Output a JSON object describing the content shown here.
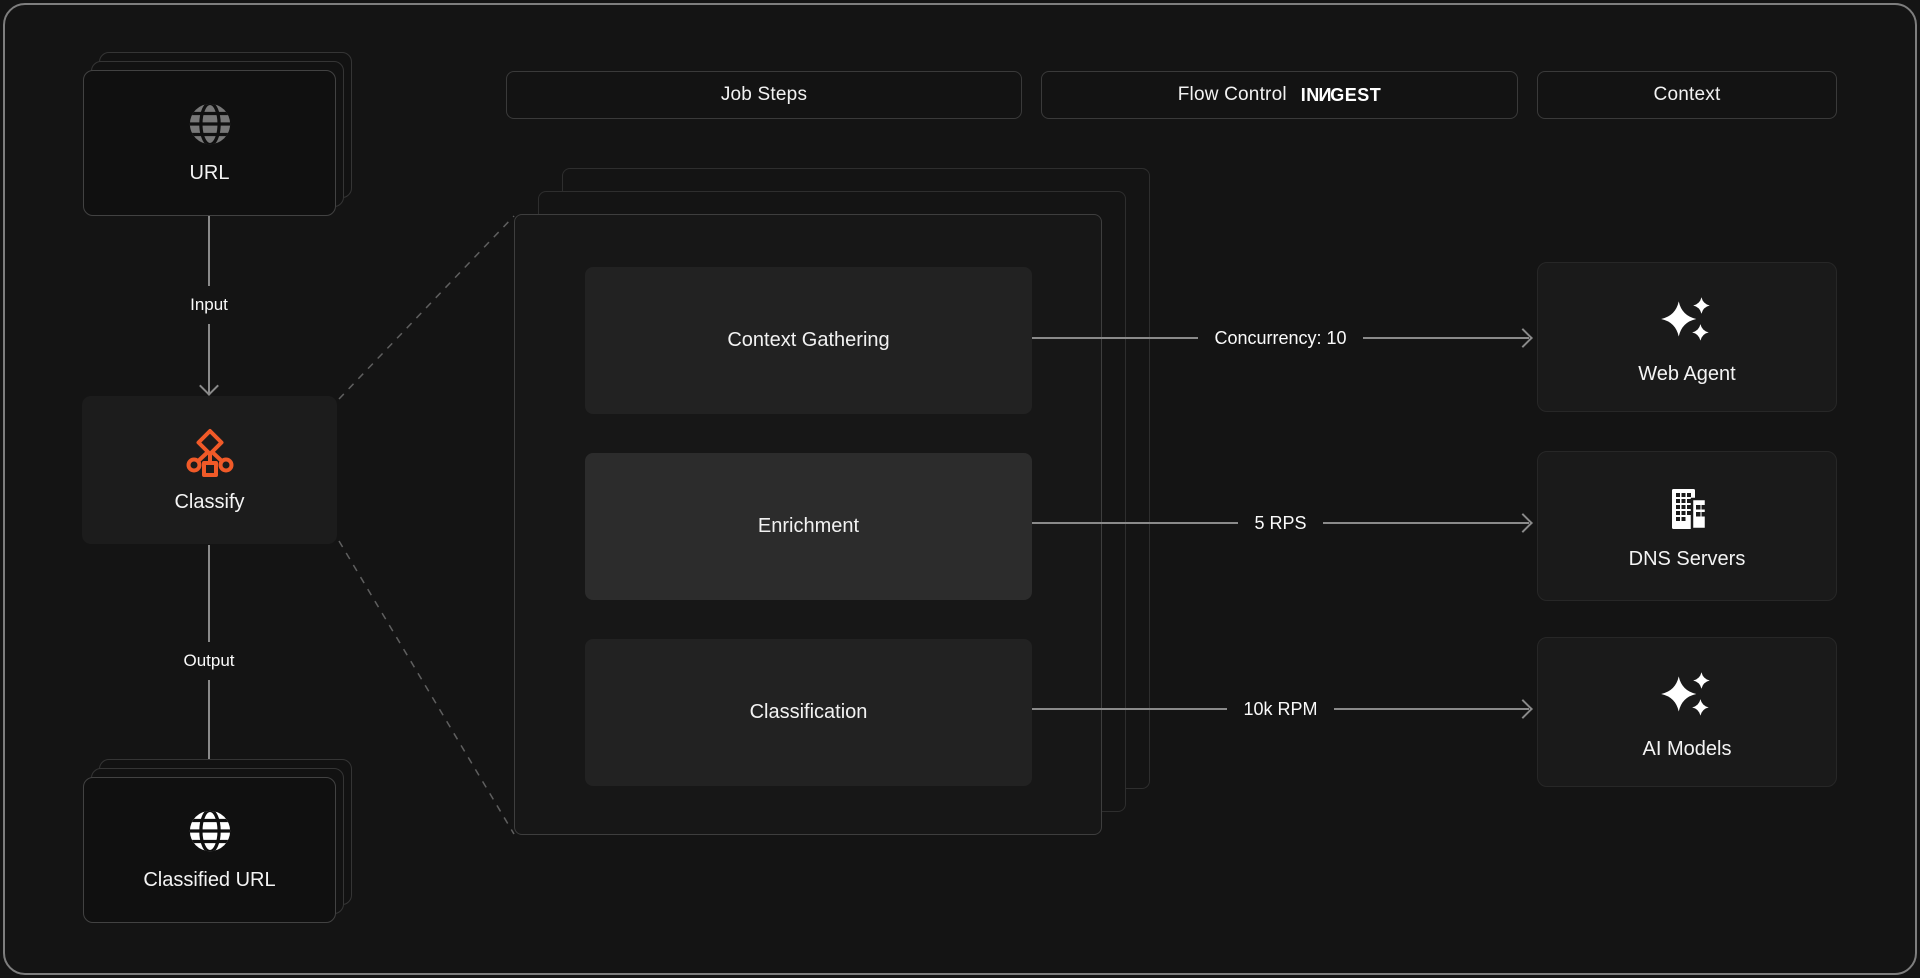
{
  "header": {
    "job_steps_label": "Job Steps",
    "flow_control_label": "Flow Control",
    "inngest_logo": {
      "full": "INNGEST",
      "prefix": "IN",
      "mirrored": "N",
      "suffix": "GEST"
    },
    "context_label": "Context"
  },
  "pipeline": {
    "source_card": {
      "title": "URL",
      "icon": "globe-icon"
    },
    "input_edge_label": "Input",
    "classify_card": {
      "title": "Classify",
      "icon": "branch-tree-icon"
    },
    "output_edge_label": "Output",
    "result_card": {
      "title": "Classified URL",
      "icon": "globe-icon"
    }
  },
  "job_steps": {
    "steps": [
      {
        "title": "Context Gathering",
        "highlighted": false
      },
      {
        "title": "Enrichment",
        "highlighted": true
      },
      {
        "title": "Classification",
        "highlighted": false
      }
    ]
  },
  "flow_control": {
    "edges": [
      {
        "label": "Concurrency: 10"
      },
      {
        "label": "5 RPS"
      },
      {
        "label": "10k RPM"
      }
    ]
  },
  "context": {
    "cards": [
      {
        "title": "Web Agent",
        "icon": "sparkles-icon"
      },
      {
        "title": "DNS Servers",
        "icon": "building-icon"
      },
      {
        "title": "AI Models",
        "icon": "sparkles-icon"
      }
    ]
  },
  "colors": {
    "accent_orange": "#f05a28",
    "line_gray": "#8a8a8a",
    "card_border": "#424242",
    "panel_bg": "#171717",
    "step_bg": "#222222",
    "step_highlight_bg": "#2c2c2c"
  }
}
